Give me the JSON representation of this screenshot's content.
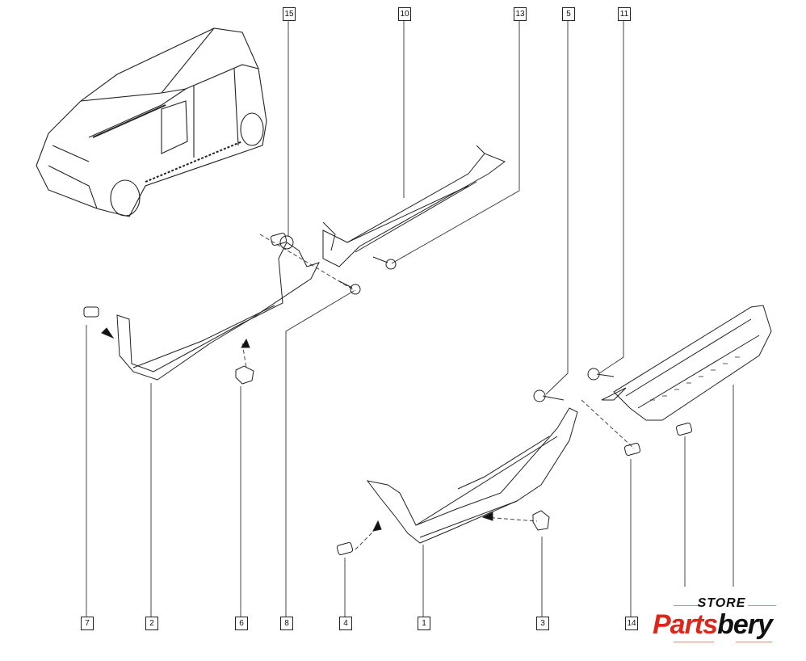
{
  "diagram": {
    "callouts_top": [
      "15",
      "10",
      "13",
      "5",
      "11"
    ],
    "callouts_bottom": [
      "7",
      "2",
      "6",
      "8",
      "4",
      "1",
      "3",
      "14"
    ]
  },
  "logo": {
    "store": "STORE",
    "brand_red": "Parts",
    "brand_black": "bery"
  },
  "colors": {
    "brand_red": "#e0261b",
    "line": "#222222"
  }
}
